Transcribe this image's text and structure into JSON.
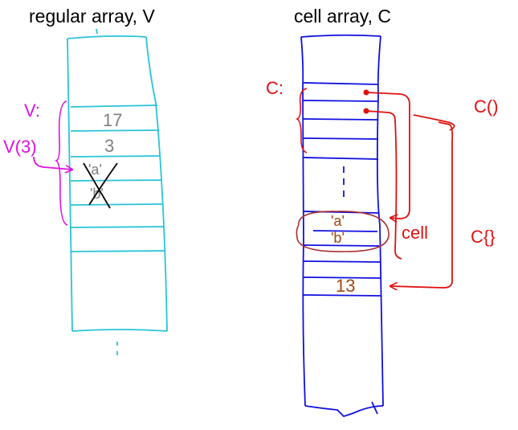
{
  "titles": {
    "regular": "regular array, V",
    "cell": "cell array, C"
  },
  "regular_array": {
    "bracket_label": "V:",
    "index_label": "V(3)",
    "values": [
      "17",
      "3"
    ],
    "crossed_chars": [
      "'a'",
      "'b'"
    ]
  },
  "cell_array": {
    "bracket_label": "C:",
    "paren_label": "C()",
    "brace_label": "C{}",
    "cell_label": "cell",
    "cell_chars": [
      "'a'",
      "'b'"
    ],
    "value": "13"
  },
  "colors": {
    "regular": "#29c4d6",
    "cell": "#1010e0",
    "arrows": "#e01010",
    "v_labels": "#e010e0",
    "values_gray": "#808080",
    "chars_brown": "#a04810"
  }
}
